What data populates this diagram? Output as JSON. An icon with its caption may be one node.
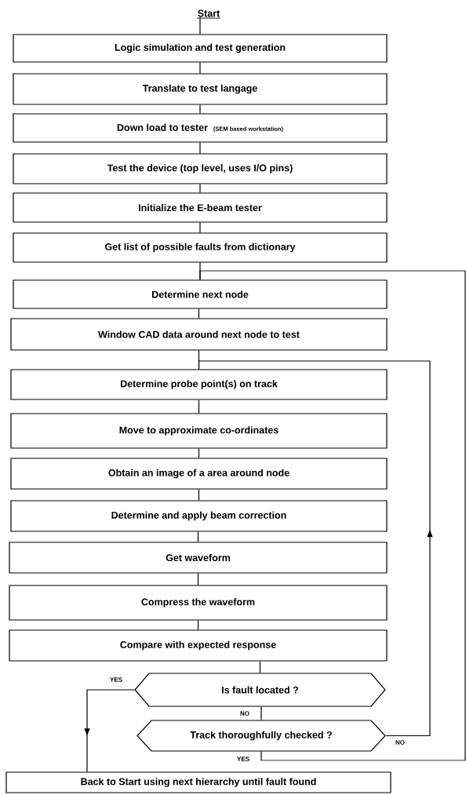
{
  "diagram": {
    "nodes": [
      {
        "text": [
          "Start"
        ]
      },
      {
        "text": [
          "Logic simulation and test generation"
        ]
      },
      {
        "text": [
          "Translate to test langage"
        ]
      },
      {
        "text": [
          "Down load to tester",
          "(SEM based workstation)"
        ]
      },
      {
        "text": [
          "Test the device (top level, uses I/O pins)"
        ]
      },
      {
        "text": [
          "Initialize the E-beam tester"
        ]
      },
      {
        "text": [
          "Get list of possible faults from dictionary"
        ]
      },
      {
        "text": [
          "Determine next node"
        ]
      },
      {
        "text": [
          "Window CAD data around next node to test"
        ]
      },
      {
        "text": [
          "Determine probe point(s) on track"
        ]
      },
      {
        "text": [
          "Move to approximate co-ordinates"
        ]
      },
      {
        "text": [
          "Obtain an image of a area around node"
        ]
      },
      {
        "text": [
          "Determine and apply beam correction"
        ]
      },
      {
        "text": [
          "Get waveform"
        ]
      },
      {
        "text": [
          "Compress the waveform"
        ]
      },
      {
        "text": [
          "Compare with expected response"
        ]
      },
      {
        "text": [
          "Is fault located ?"
        ]
      },
      {
        "text": [
          "Track thoroughfully checked ?"
        ]
      },
      {
        "text": [
          "Back to Start using next hierarchy until fault found"
        ]
      }
    ],
    "edges": [
      {
        "from": 0,
        "to": 1,
        "arrow": "none"
      },
      {
        "from": 1,
        "to": 2,
        "arrow": "none"
      },
      {
        "from": 2,
        "to": 3,
        "arrow": "none"
      },
      {
        "from": 3,
        "to": 4,
        "arrow": "none"
      },
      {
        "from": 4,
        "to": 5,
        "arrow": "none"
      },
      {
        "from": 5,
        "to": 6,
        "arrow": "none"
      },
      {
        "from": 6,
        "to": 7,
        "arrow": "none"
      },
      {
        "from": 7,
        "to": 8,
        "arrow": "none"
      },
      {
        "from": 8,
        "to": 9,
        "arrow": "none"
      },
      {
        "from": 9,
        "to": 10,
        "arrow": "none"
      },
      {
        "from": 10,
        "to": 11,
        "arrow": "none"
      },
      {
        "from": 11,
        "to": 12,
        "arrow": "none"
      },
      {
        "from": 12,
        "to": 13,
        "arrow": "none"
      },
      {
        "from": 13,
        "to": 14,
        "arrow": "none"
      },
      {
        "from": 14,
        "to": 15,
        "arrow": "none"
      },
      {
        "from": 15,
        "to": 16,
        "arrow": "none"
      },
      {
        "from": 16,
        "to": 17,
        "arrow": "none",
        "label": "NO"
      },
      {
        "from": 16,
        "to": 18,
        "arrow": "to",
        "label": "YES"
      },
      {
        "from": 17,
        "to": 9,
        "arrow": "to",
        "label": "NO"
      },
      {
        "from": 17,
        "to": 7,
        "arrow": "none",
        "label": "YES"
      }
    ]
  }
}
